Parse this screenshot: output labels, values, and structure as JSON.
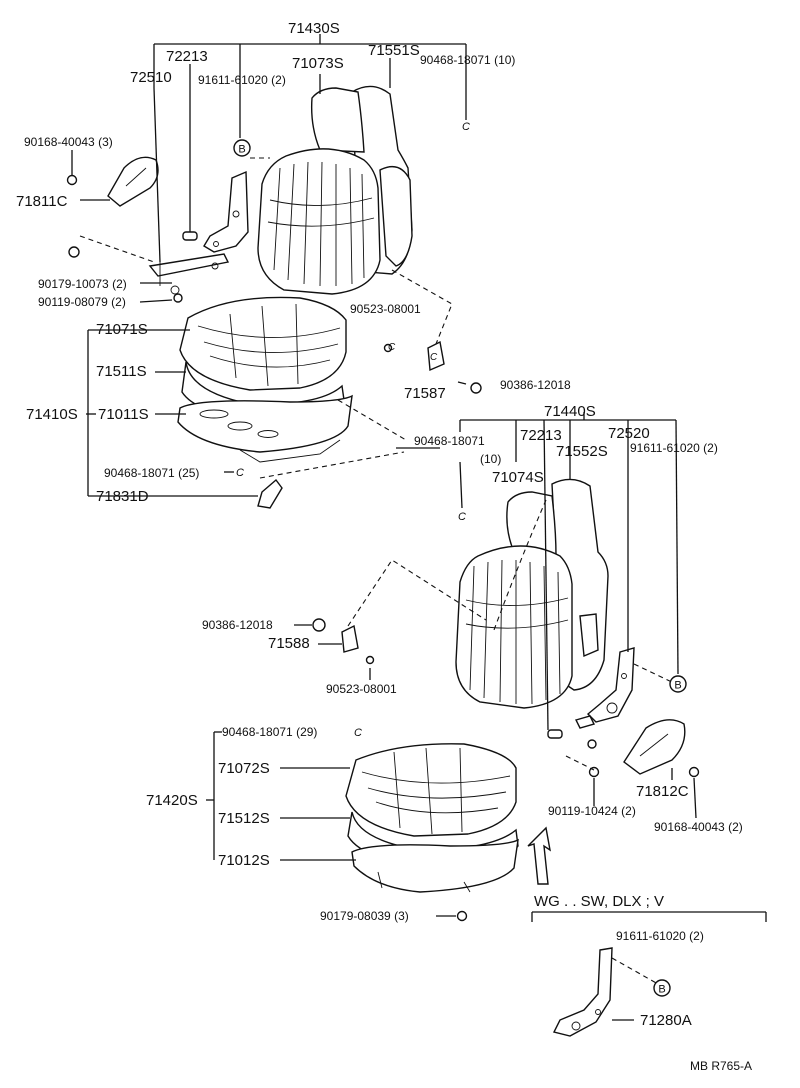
{
  "labels": {
    "p71430S": "71430S",
    "p72213a": "72213",
    "p71551S": "71551S",
    "p72510": "72510",
    "p71073S": "71073S",
    "p90468_18071_10a": "90468-18071 (10)",
    "p91611_61020_2a": "91611-61020 (2)",
    "p90168_40043_3": "90168-40043 (3)",
    "p71811C": "71811C",
    "p90179_10073_2": "90179-10073 (2)",
    "p90119_08079_2": "90119-08079 (2)",
    "p71071S": "71071S",
    "p71511S": "71511S",
    "p71410S": "71410S",
    "p71011S": "71011S",
    "p90468_18071_25": "90468-18071 (25)",
    "p71831D": "71831D",
    "p90523_08001a": "90523-08001",
    "p71587": "71587",
    "p90386_12018a": "90386-12018",
    "p71440S": "71440S",
    "p90468_18071b": "90468-18071",
    "p10": "(10)",
    "p72213b": "72213",
    "p72520": "72520",
    "p71552S": "71552S",
    "p91611_61020_2b": "91611-61020 (2)",
    "p71074S": "71074S",
    "p90386_12018b": "90386-12018",
    "p71588": "71588",
    "p90523_08001b": "90523-08001",
    "p90468_18071_29": "90468-18071 (29)",
    "p71072S": "71072S",
    "p71420S": "71420S",
    "p71512S": "71512S",
    "p71012S": "71012S",
    "p90179_08039_3": "90179-08039 (3)",
    "p90119_10424_2": "90119-10424 (2)",
    "p71812C": "71812C",
    "p90168_40043_2": "90168-40043 (2)",
    "wg_note": "WG . . SW, DLX ; V",
    "p91611_61020_2c": "91611-61020 (2)",
    "p71280A": "71280A",
    "marker_b": "B",
    "marker_c": "C",
    "footer": "MB  R765-A"
  }
}
